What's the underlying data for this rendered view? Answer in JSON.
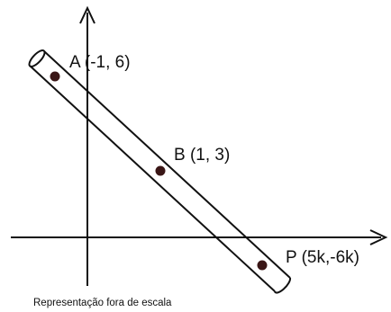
{
  "points": [
    {
      "id": "A",
      "label": "A (-1, 6)"
    },
    {
      "id": "B",
      "label": "B (1, 3)"
    },
    {
      "id": "P",
      "label": "P (5k,-6k)"
    }
  ],
  "caption": "Representação fora de escala",
  "colors": {
    "stroke": "#111111",
    "dot": "#3a1616",
    "background": "#ffffff"
  }
}
